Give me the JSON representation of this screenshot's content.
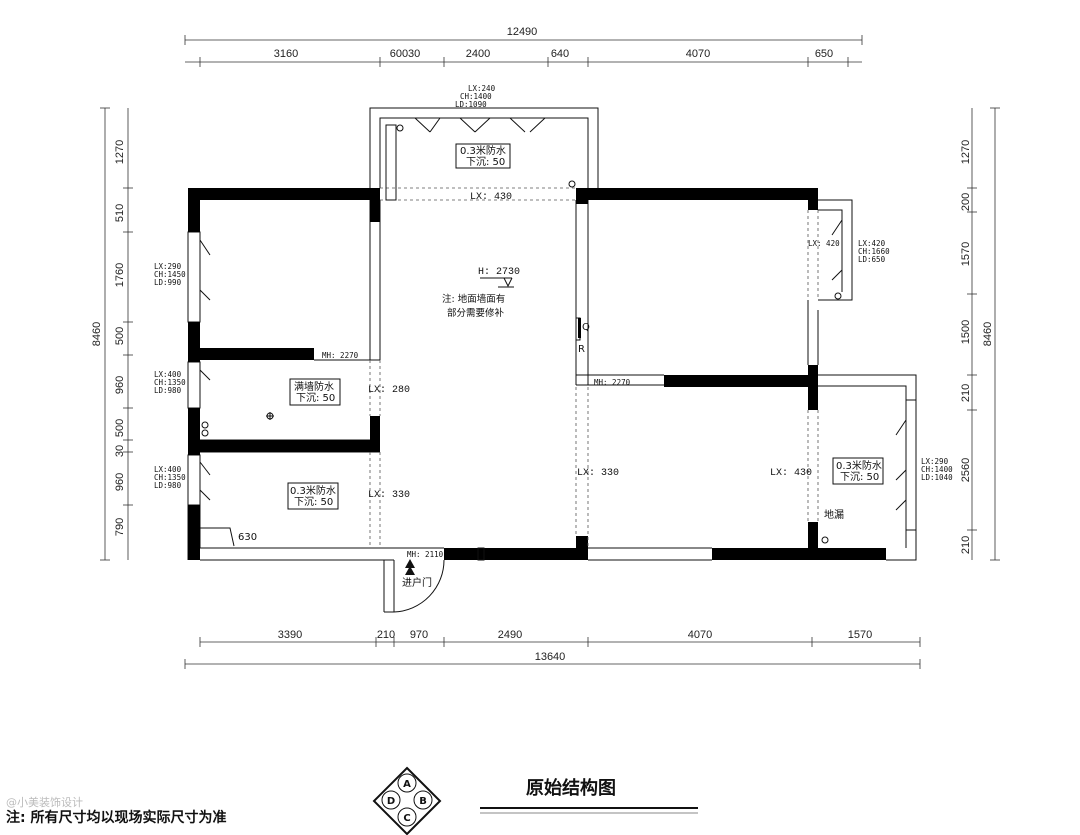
{
  "dimensions": {
    "top_total": "12490",
    "top_segments": [
      "3160",
      "60030",
      "2400",
      "640",
      "4070",
      "650"
    ],
    "bottom_total": "13640",
    "bottom_segments": [
      "3390",
      "210",
      "970",
      "2490",
      "4070",
      "1570"
    ],
    "left_total": "8460",
    "left_segments": [
      "1270",
      "510",
      "1760",
      "500",
      "960",
      "500",
      "30",
      "960",
      "790"
    ],
    "right_total": "8460",
    "right_segments": [
      "1270",
      "200",
      "1570",
      "1500",
      "210",
      "2560",
      "210"
    ]
  },
  "windows": {
    "top": [
      "LX:240",
      "CH:1400",
      "LD:1090"
    ],
    "left_upper": [
      "LX:290",
      "CH:1450",
      "LD:990"
    ],
    "left_mid": [
      "LX:400",
      "CH:1350",
      "LD:980"
    ],
    "left_lower": [
      "LX:400",
      "CH:1350",
      "LD:980"
    ],
    "right_upper": [
      "LX:420",
      "CH:1660",
      "LD:650"
    ],
    "right_lower": [
      "LX:290",
      "CH:1400",
      "LD:1040"
    ]
  },
  "rooms": {
    "top_balcony": [
      "0.3米防水",
      "下沉: 50"
    ],
    "bath1": [
      "满墙防水",
      "下沉: 50"
    ],
    "bath2": [
      "0.3米防水",
      "下沉: 50"
    ],
    "right_balcony": [
      "0.3米防水",
      "下沉: 50"
    ]
  },
  "labels": {
    "lx430_top": "LX: 430",
    "lx420": "LX: 420",
    "height": "H: 2730",
    "note1": "注: 地面墙面有",
    "note2": "部分需要修补",
    "mh2270_left": "MH: 2270",
    "mh2270_right": "MH: 2270",
    "mh2110": "MH: 2110",
    "lx280": "LX: 280",
    "lx330_left": "LX: 330",
    "lx330_mid": "LX: 330",
    "lx430_right": "LX: 430",
    "floor_drain": "地漏",
    "entry": "进户门",
    "dim630": "630",
    "meter_q": "Q",
    "meter_r": "R"
  },
  "legend": {
    "title": "原始结构图",
    "a": "A",
    "b": "B",
    "c": "C",
    "d": "D"
  },
  "footnote": "注: 所有尺寸均以现场实际尺寸为准",
  "watermark": "@小美装饰设计"
}
